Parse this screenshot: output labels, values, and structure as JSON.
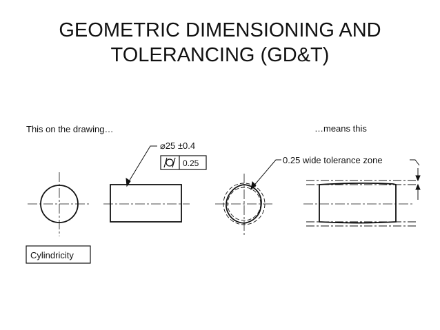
{
  "title": {
    "line1": "GEOMETRIC DIMENSIONING AND",
    "line2": "TOLERANCING (GD&T)"
  },
  "diagram": {
    "left_caption": "This on the drawing…",
    "right_caption": "…means this",
    "diameter_dimension": "⌀25 ±0.4",
    "tolerance_value": "0.25",
    "cylindricity_symbol": "cylindricity-symbol",
    "zone_label": "0.25 wide tolerance zone",
    "symbol_name": "Cylindricity"
  }
}
